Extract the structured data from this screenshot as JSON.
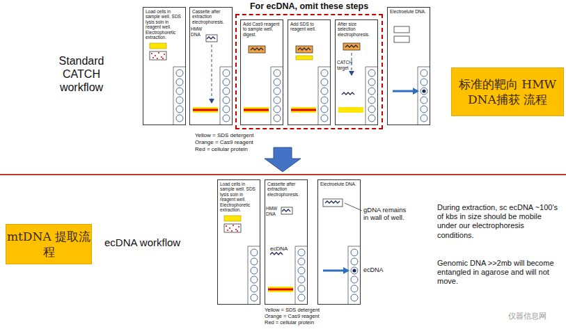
{
  "diagram": {
    "nodes": [
      {
        "text": [
          "Load cells in sample well. SDS lysis soln in reagent well. Electrophoretic extraction."
        ]
      },
      {
        "text": [
          "Cassette after extraction electrophoresis."
        ]
      },
      {
        "text": [
          "For ecDNA, omit these steps"
        ]
      },
      {
        "text": [
          "Add Cas9 reagent to sample well, digest."
        ],
        "in": 2
      },
      {
        "text": [
          "Add SDS to reagent well."
        ],
        "in": 2
      },
      {
        "text": [
          "After size selection electrophoresis."
        ],
        "in": 2
      },
      {
        "text": [
          "Electroelute DNA."
        ]
      },
      {
        "text": [
          "标准的靶向 HMW DNA捕获 流程"
        ]
      },
      {
        "text": [
          "mtDNA 提取流程"
        ]
      },
      {
        "text": [
          "Load cells in sample well. SDS lysis soln in reagent well. Electrophoretic extraction."
        ]
      },
      {
        "text": [
          "Cassette after extraction electrophoresis."
        ]
      },
      {
        "text": [
          "Electroelute DNA."
        ]
      }
    ],
    "labels": [
      "Standard CATCH workflow",
      "HMW DNA",
      "CATCH target",
      "Yellow = SDS detergent",
      "Orange = Cas9 reagent",
      "Red = cellular protein",
      "ecDNA workflow",
      "HMW DNA",
      "ecDNA",
      "gDNA remains in wall of well.",
      "ecDNA",
      "During extraction, sc ecDNA ~100's of kbs in size should be mobile under our electrophoresis conditions.",
      "Genomic DNA >>2mb will become entangled in agarose and will not move.",
      "Yellow = SDS detergent",
      "Orange = Cas9 reagent",
      "Red = cellular protein",
      "仪器信息网"
    ]
  }
}
